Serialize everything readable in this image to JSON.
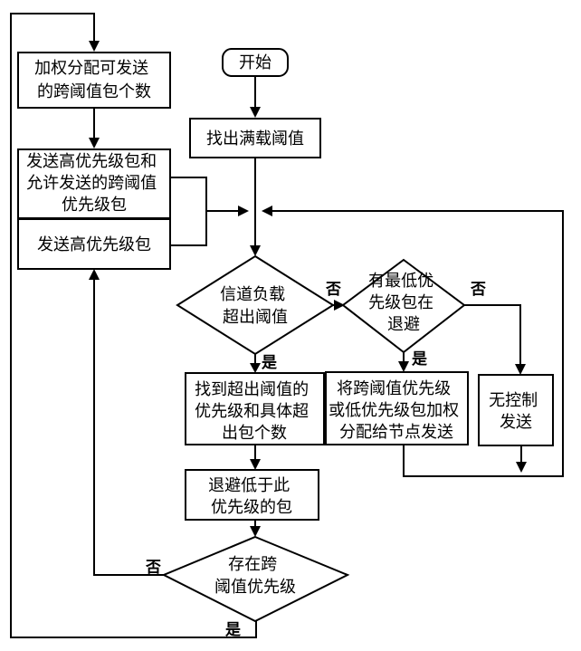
{
  "nodes": {
    "allocate_count": {
      "lines": [
        "加权分配可发送",
        "的跨阈值包个数"
      ]
    },
    "send_high_and_allowed": {
      "lines": [
        "发送高优先级包和",
        "允许发送的跨阈值",
        "优先级包"
      ]
    },
    "send_high": {
      "lines": [
        "发送高优先级包"
      ]
    },
    "start": {
      "lines": [
        "开始"
      ]
    },
    "find_threshold": {
      "lines": [
        "找出满载阈值"
      ]
    },
    "channel_over": {
      "lines": [
        "信道负载",
        "超出阈值"
      ]
    },
    "lowest_backoff": {
      "lines": [
        "有最低优",
        "先级包在",
        "退避"
      ]
    },
    "find_over": {
      "lines": [
        "找到超出阈值的",
        "优先级和具体超",
        "出包个数"
      ]
    },
    "allocate_nodes": {
      "lines": [
        "将跨阈值优先级",
        "或低优先级包加权",
        "分配给节点发送"
      ]
    },
    "no_control": {
      "lines": [
        "无控制",
        "发送"
      ]
    },
    "backoff_lower": {
      "lines": [
        "退避低于此",
        "优先级的包"
      ]
    },
    "cross_exists": {
      "lines": [
        "存在跨",
        "阈值优先级"
      ]
    }
  },
  "edge_labels": {
    "channel_no": "否",
    "channel_yes": "是",
    "lowest_no": "否",
    "lowest_yes": "是",
    "cross_no": "否",
    "cross_yes": "是"
  }
}
